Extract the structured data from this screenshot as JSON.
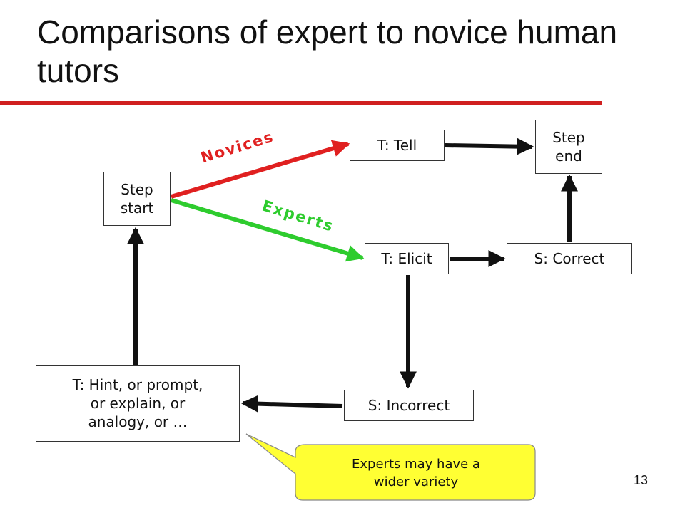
{
  "slide": {
    "title": "Comparisons of expert to novice human tutors",
    "page_number": "13",
    "colors": {
      "accent_rule": "#d02020",
      "novices": "#e02020",
      "experts": "#2ecc2e",
      "callout_fill": "#ffff33"
    }
  },
  "diagram": {
    "nodes": {
      "step_start": {
        "line1": "Step",
        "line2": "start"
      },
      "t_tell": {
        "label": "T: Tell"
      },
      "step_end": {
        "line1": "Step",
        "line2": "end"
      },
      "t_elicit": {
        "label": "T: Elicit"
      },
      "s_correct": {
        "label": "S: Correct"
      },
      "s_incorrect": {
        "label": "S: Incorrect"
      },
      "t_hint": {
        "line1": "T: Hint, or prompt,",
        "line2": "or explain, or",
        "line3": "analogy, or …"
      }
    },
    "paths": {
      "novices_label": "Novices",
      "experts_label": "Experts"
    },
    "edges": [
      {
        "from": "step_start",
        "to": "t_tell",
        "path": "Novices"
      },
      {
        "from": "step_start",
        "to": "t_elicit",
        "path": "Experts"
      },
      {
        "from": "t_tell",
        "to": "step_end"
      },
      {
        "from": "t_elicit",
        "to": "s_correct"
      },
      {
        "from": "s_correct",
        "to": "step_end"
      },
      {
        "from": "t_elicit",
        "to": "s_incorrect"
      },
      {
        "from": "s_incorrect",
        "to": "t_hint"
      },
      {
        "from": "t_hint",
        "to": "step_start"
      }
    ],
    "callout": {
      "line1": "Experts may have a",
      "line2": "wider variety"
    }
  }
}
